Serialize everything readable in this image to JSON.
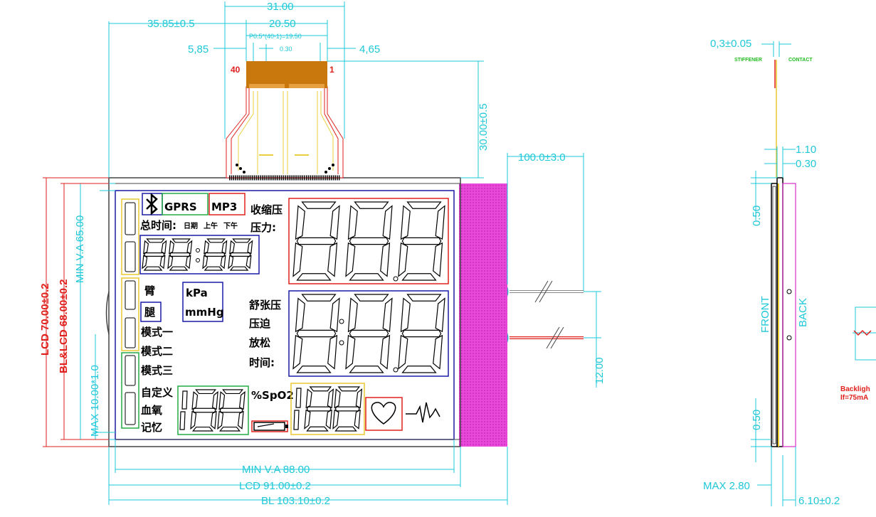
{
  "dims": {
    "top_31": "31.00",
    "left_3585": "35.85±0.5",
    "w_2050": "20.50",
    "pitch": "P0.5*(40-1)=19.50",
    "w_585": "5,85",
    "w_030": "0.30",
    "w_465": "4,65",
    "fpc_30": "30.00±0.5",
    "lead_100": "100.0±3.0",
    "h_12": "12.00",
    "lcd70": "LCD  70.00±0.2",
    "bl68": "BL&LCD  68.00±0.2",
    "minva65": "MIN  V.A  65.00",
    "max10": "MAX  10.00*1.0",
    "minva88": "MIN  V.A  88.00",
    "lcd91": "LCD  91.00±0.2",
    "bl103": "BL  103.10±0.2",
    "side_03": "0,3±0.05",
    "side_110": "1.10",
    "side_030": "0.30",
    "side_050a": "0.50",
    "side_050b": "0.50",
    "max280": "MAX  2.80",
    "side_610": "6.10±0.2"
  },
  "pins": {
    "left": "40",
    "right": "1"
  },
  "side_labels": {
    "stiffener": "STIFFENER",
    "contact": "CONTACT",
    "front": "FRONT",
    "back": "BACK"
  },
  "backlight": {
    "line1": "Backligh",
    "line2": "If=75mA"
  },
  "lcd": {
    "gprs": "GPRS",
    "mp3": "MP3",
    "total_time": "总时间:",
    "date": "日期",
    "am": "上午",
    "pm": "下午",
    "systolic": "收缩压",
    "pressure": "压力:",
    "arm": "臂",
    "leg": "腿",
    "kpa": "kPa",
    "mmhg": "mmHg",
    "diastolic": "舒张压",
    "compress": "压迫",
    "relax": "放松",
    "time": "时间:",
    "mode1": "模式一",
    "mode2": "模式二",
    "mode3": "模式三",
    "custom": "自定义",
    "blood_o2": "血氧",
    "memory": "记忆",
    "spo2": "%SpO2"
  },
  "colors": {
    "dim": "#1ec8d8",
    "backlight": "#e64ad6",
    "fpc": "#c8780c",
    "red": "#e0201c",
    "blue": "#1a1aa8",
    "green": "#22aa44"
  }
}
